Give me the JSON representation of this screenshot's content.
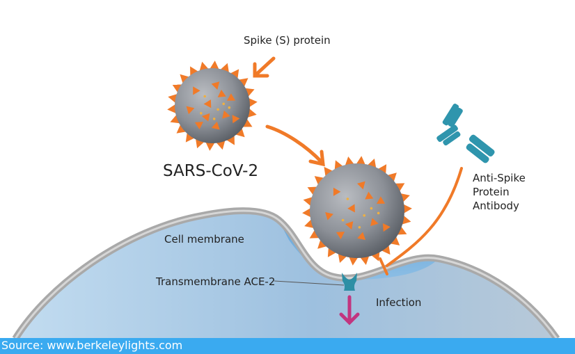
{
  "labels": {
    "spike_protein": "Spike (S) protein",
    "virus_name": "SARS-CoV-2",
    "antibody_line1": "Anti-Spike",
    "antibody_line2": "Protein",
    "antibody_line3": "Antibody",
    "cell_membrane": "Cell membrane",
    "ace2": "Transmembrane ACE-2",
    "infection": "Infection"
  },
  "source": "Source: www.berkeleylights.com",
  "colors": {
    "spike": "#f07a28",
    "virus_body": "#8b8f96",
    "cell_fill": "#9cc1e2",
    "membrane_gray": "#a9a9a9",
    "antibody": "#2f95ad",
    "ace2": "#2d8fa5",
    "infection_arrow": "#c2357f",
    "source_bar": "#3aaaf0"
  },
  "icons": [
    "virus-particle-icon",
    "antibody-icon",
    "ace2-receptor-icon"
  ]
}
